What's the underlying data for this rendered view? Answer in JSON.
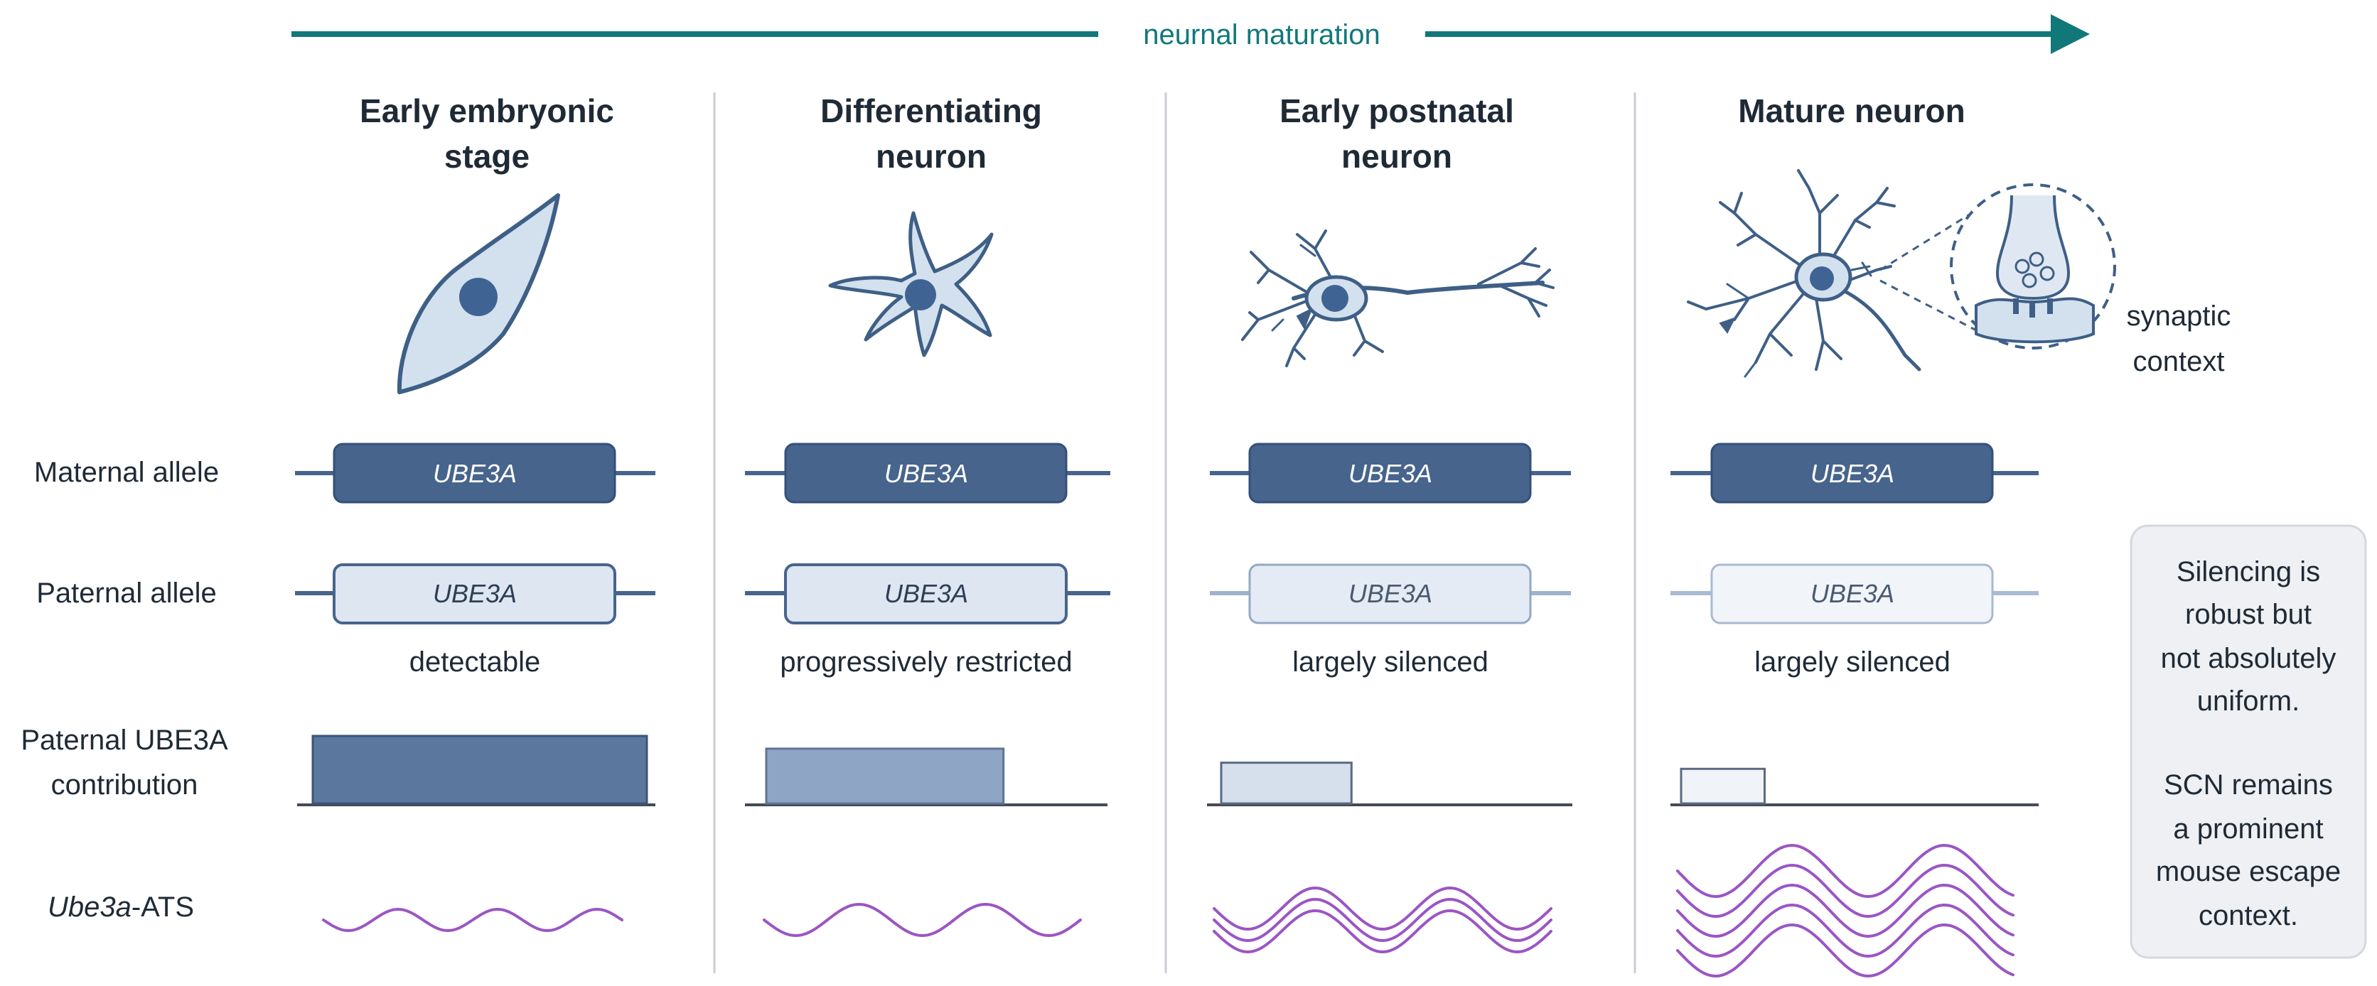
{
  "timeline": {
    "label": "neurnal maturation",
    "color": "#11787a"
  },
  "stages": [
    {
      "title_line1": "Early embryonic",
      "title_line2": "stage",
      "paternal_status": "detectable",
      "contribution": 1.0,
      "ats_level": 1
    },
    {
      "title_line1": "Differentiating",
      "title_line2": "neuron",
      "paternal_status": "progressively restricted",
      "contribution": 0.71,
      "ats_level": 2
    },
    {
      "title_line1": "Early postnatal",
      "title_line2": "neuron",
      "paternal_status": "largely silenced",
      "contribution": 0.39,
      "ats_level": 3
    },
    {
      "title_line1": "Mature neuron",
      "title_line2": "",
      "paternal_status": "largely silenced",
      "contribution": 0.25,
      "ats_level": 4
    }
  ],
  "rows": {
    "maternal": "Maternal allele",
    "paternal": "Paternal allele",
    "contribution_line1": "Paternal UBE3A",
    "contribution_line2": "contribution",
    "ats_italic": "Ube3a",
    "ats_suffix": "-ATS"
  },
  "gene": {
    "label": "UBE3A"
  },
  "synaptic_label_line1": "synaptic",
  "synaptic_label_line2": "context",
  "note": {
    "para1": [
      "Silencing is",
      "robust but",
      "not absolutely",
      "uniform."
    ],
    "para2": [
      "SCN remains",
      "a prominent",
      "mouse escape",
      "context."
    ]
  },
  "colors": {
    "maternal_fill": "#47648c",
    "paternal_fill": "#dde6f1",
    "cell_fill": "#d3e0ee",
    "cell_stroke": "#3e5f86",
    "nucleus": "#3f6493",
    "ats_wave": "#9b55c4",
    "note_bg": "#eef0f3"
  }
}
